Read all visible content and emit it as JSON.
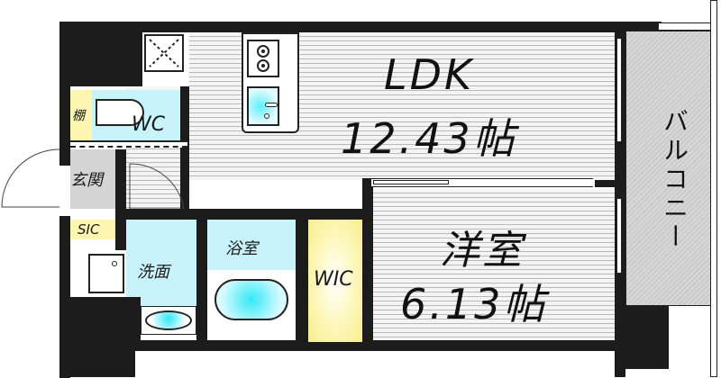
{
  "floorplan": {
    "rooms": {
      "ldk": {
        "name": "LDK",
        "size": "12.43帖"
      },
      "western_room": {
        "name": "洋室",
        "size": "6.13帖"
      },
      "balcony": {
        "name": "バルコニー"
      },
      "wc": {
        "name": "WC"
      },
      "shelf": {
        "name": "棚"
      },
      "entrance": {
        "name": "玄関"
      },
      "sic": {
        "name": "SIC"
      },
      "washroom": {
        "name": "洗面"
      },
      "bathroom": {
        "name": "浴室"
      },
      "wic": {
        "name": "WIC"
      }
    },
    "colors": {
      "wall": "#1c1c1c",
      "wet_area": "#c9f3fb",
      "storage": "#fcf6b0",
      "entrance_floor": "#d4d4d4",
      "balcony": "#d0d0d0"
    }
  }
}
